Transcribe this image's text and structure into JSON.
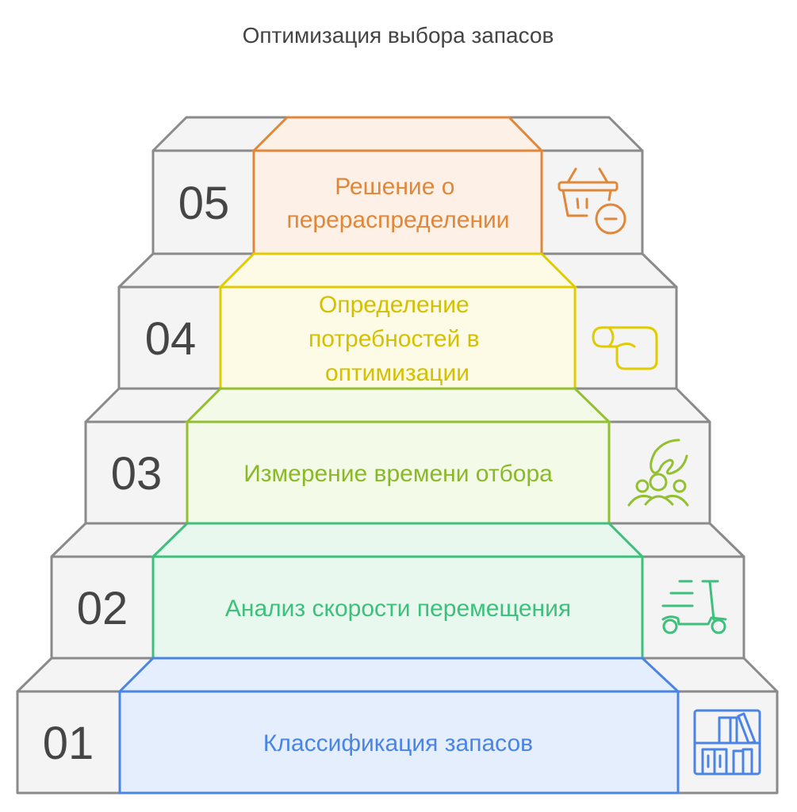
{
  "title": "Оптимизация выбора запасов",
  "steps": [
    {
      "number": "01",
      "lines": [
        "Классификация запасов"
      ],
      "icon": "bookshelf-icon",
      "color": "#4a84e4"
    },
    {
      "number": "02",
      "lines": [
        "Анализ скорости перемещения"
      ],
      "icon": "scooter-icon",
      "color": "#3cc07c"
    },
    {
      "number": "03",
      "lines": [
        "Измерение времени отбора"
      ],
      "icon": "team-hand-icon",
      "color": "#92c030"
    },
    {
      "number": "04",
      "lines": [
        "Определение",
        "потребностей в",
        "оптимизации"
      ],
      "icon": "pipe-icon",
      "color": "#e0cc00"
    },
    {
      "number": "05",
      "lines": [
        "Решение о",
        "перераспределении"
      ],
      "icon": "basket-minus-icon",
      "color": "#e0873a"
    }
  ]
}
